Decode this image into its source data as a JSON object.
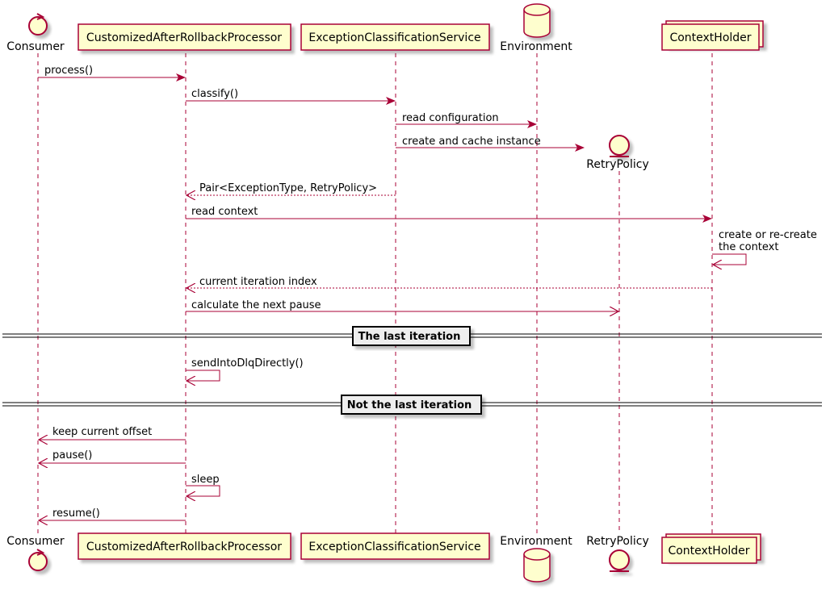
{
  "colors": {
    "line": "#A80036",
    "fill": "#FEFECE",
    "shadow": "#C8C8C8",
    "divider": "#000000",
    "divider_fill": "#EEEEEE"
  },
  "participants": {
    "consumer": {
      "name": "Consumer",
      "shape": "control-icon"
    },
    "processor": {
      "name": "CustomizedAfterRollbackProcessor",
      "shape": "box"
    },
    "classifier": {
      "name": "ExceptionClassificationService",
      "shape": "box"
    },
    "environment": {
      "name": "Environment",
      "shape": "database-icon"
    },
    "retry_policy": {
      "name": "RetryPolicy",
      "shape": "entity-icon"
    },
    "context_holder": {
      "name": "ContextHolder",
      "shape": "collections-box"
    }
  },
  "messages": [
    {
      "label": "process()",
      "from": "consumer",
      "to": "processor",
      "style": "solid"
    },
    {
      "label": "classify()",
      "from": "processor",
      "to": "classifier",
      "style": "solid"
    },
    {
      "label": "read configuration",
      "from": "classifier",
      "to": "environment",
      "style": "solid"
    },
    {
      "label": "create and cache instance",
      "from": "classifier",
      "to": "retry_policy",
      "style": "create"
    },
    {
      "label": "Pair<ExceptionType, RetryPolicy>",
      "from": "classifier",
      "to": "processor",
      "style": "dashed"
    },
    {
      "label": "read context",
      "from": "processor",
      "to": "context_holder",
      "style": "solid"
    },
    {
      "label_lines": [
        "create or re-create",
        "the context"
      ],
      "from": "context_holder",
      "to": "context_holder",
      "style": "self"
    },
    {
      "label": "current iteration index",
      "from": "context_holder",
      "to": "processor",
      "style": "dashed"
    },
    {
      "label": "calculate the next pause",
      "from": "processor",
      "to": "retry_policy",
      "style": "solid"
    },
    {
      "label": "sendIntoDlqDirectly()",
      "from": "processor",
      "to": "processor",
      "style": "self"
    },
    {
      "label": "keep current offset",
      "from": "processor",
      "to": "consumer",
      "style": "solid"
    },
    {
      "label": "pause()",
      "from": "processor",
      "to": "consumer",
      "style": "solid"
    },
    {
      "label": "sleep",
      "from": "processor",
      "to": "processor",
      "style": "self"
    },
    {
      "label": "resume()",
      "from": "processor",
      "to": "consumer",
      "style": "solid"
    }
  ],
  "dividers": [
    {
      "label": "The last iteration"
    },
    {
      "label": "Not the last iteration"
    }
  ]
}
